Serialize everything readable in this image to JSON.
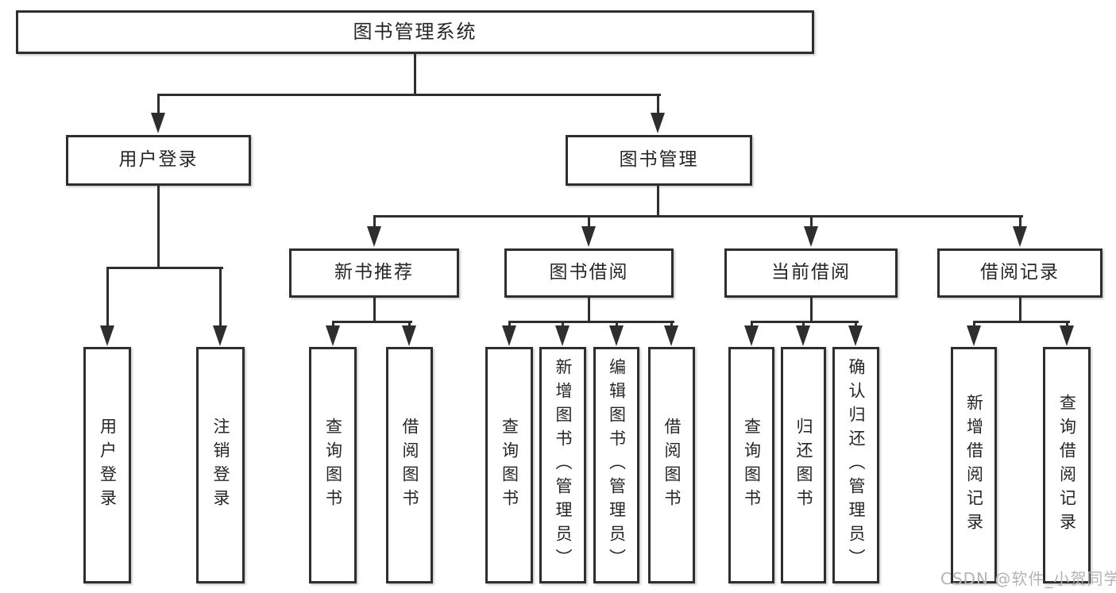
{
  "tree": {
    "root": {
      "label": "图书管理系统",
      "children": [
        {
          "label": "用户登录",
          "children": [
            {
              "label": "用户登录"
            },
            {
              "label": "注销登录"
            }
          ]
        },
        {
          "label": "图书管理",
          "children": [
            {
              "label": "新书推荐",
              "children": [
                {
                  "label": "查询图书"
                },
                {
                  "label": "借阅图书"
                }
              ]
            },
            {
              "label": "图书借阅",
              "children": [
                {
                  "label": "查询图书"
                },
                {
                  "label": "新增图书（管理员）"
                },
                {
                  "label": "编辑图书（管理员）"
                },
                {
                  "label": "借阅图书"
                }
              ]
            },
            {
              "label": "当前借阅",
              "children": [
                {
                  "label": "查询图书"
                },
                {
                  "label": "归还图书"
                },
                {
                  "label": "确认归还（管理员）"
                }
              ]
            },
            {
              "label": "借阅记录",
              "children": [
                {
                  "label": "新增借阅记录"
                },
                {
                  "label": "查询借阅记录"
                }
              ]
            }
          ]
        }
      ]
    }
  },
  "watermark": {
    "text": "CSDN @软件_小贺同学"
  },
  "colors": {
    "line": "#2e2e2e",
    "text": "#262626",
    "background": "#ffffff",
    "watermark": "#b4b4b4"
  }
}
